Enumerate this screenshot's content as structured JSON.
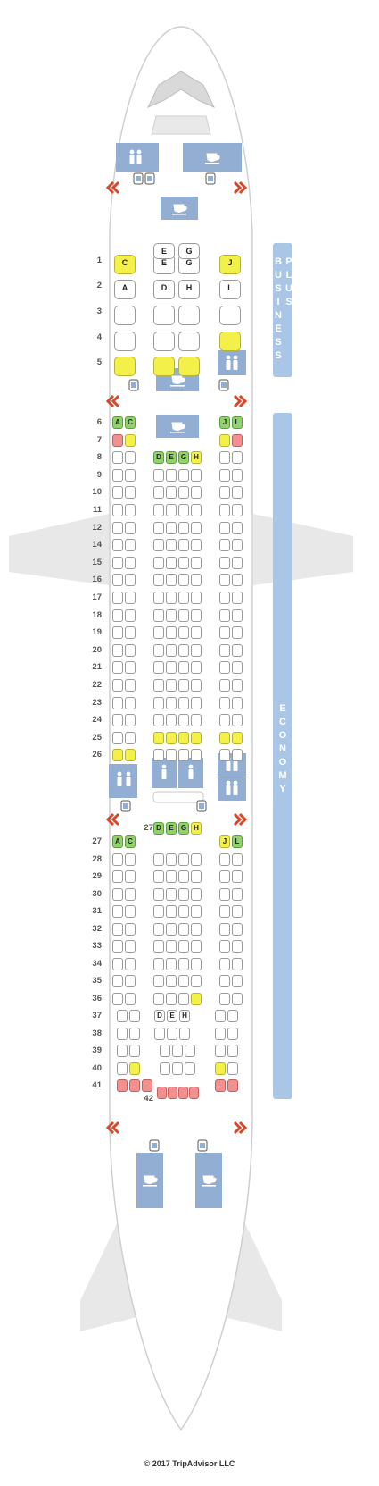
{
  "copyright": "© 2017 TripAdvisor LLC",
  "sections": [
    {
      "label": "BUSINESS",
      "label2": "PLUS"
    },
    {
      "label": "ECONOMY"
    }
  ],
  "rows": [
    "1",
    "2",
    "3",
    "4",
    "5",
    "6",
    "7",
    "8",
    "9",
    "10",
    "11",
    "12",
    "14",
    "15",
    "16",
    "17",
    "18",
    "19",
    "20",
    "21",
    "22",
    "23",
    "24",
    "25",
    "26",
    "27",
    "28",
    "29",
    "30",
    "31",
    "32",
    "33",
    "34",
    "35",
    "36",
    "37",
    "38",
    "39",
    "40",
    "41"
  ],
  "center_row_labels": [
    "27",
    "42"
  ],
  "seat_letters": {
    "biz_1": [
      "C",
      "E",
      "G",
      "J"
    ],
    "biz_2": [
      "A",
      "D",
      "H",
      "L"
    ],
    "eco_6": [
      "A",
      "C",
      "J",
      "L"
    ],
    "eco_8": [
      "D",
      "E",
      "G",
      "H"
    ],
    "eco_27_center": [
      "D",
      "E",
      "G",
      "H"
    ],
    "eco_27": [
      "A",
      "C",
      "J",
      "L"
    ],
    "eco_37": [
      "D",
      "E",
      "H"
    ]
  },
  "colors": {
    "fuselage": "#ffffff",
    "wing": "#e6e6e6",
    "service": "#93aed3",
    "section_bar": "#a9c6e6",
    "arrow": "#d9472b",
    "seat_good": "#8fd36a",
    "seat_mixed": "#f4f04a",
    "seat_bad": "#f28f8f"
  }
}
